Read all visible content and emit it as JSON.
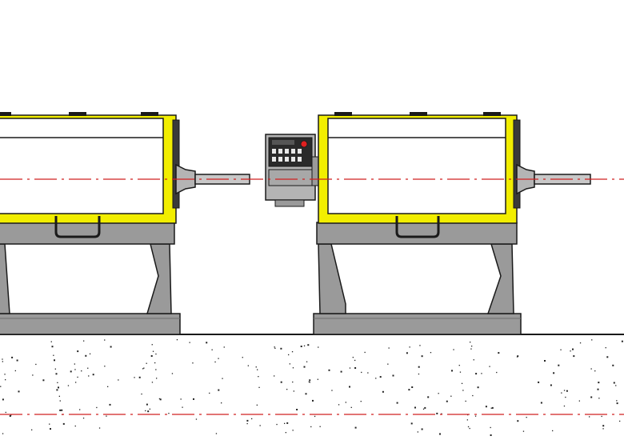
{
  "diagram": {
    "units": [
      {
        "id": "left-machine"
      },
      {
        "id": "right-machine"
      }
    ],
    "control_panel": {
      "id": "control-panel"
    }
  },
  "colors": {
    "background": "#ffffff",
    "outline": "#1a1a1a",
    "housing_body": "#ffffff",
    "housing_trim": "#f2ee00",
    "frame_gray": "#9a9a9a",
    "frame_dark": "#6e6e6e",
    "panel_gray": "#b4b4b4",
    "panel_screen": "#2a2a2a",
    "indicator_red": "#e02020",
    "centerline": "#d02020",
    "ground_fill": "#ffffff",
    "ground_speckle": "#222222"
  }
}
